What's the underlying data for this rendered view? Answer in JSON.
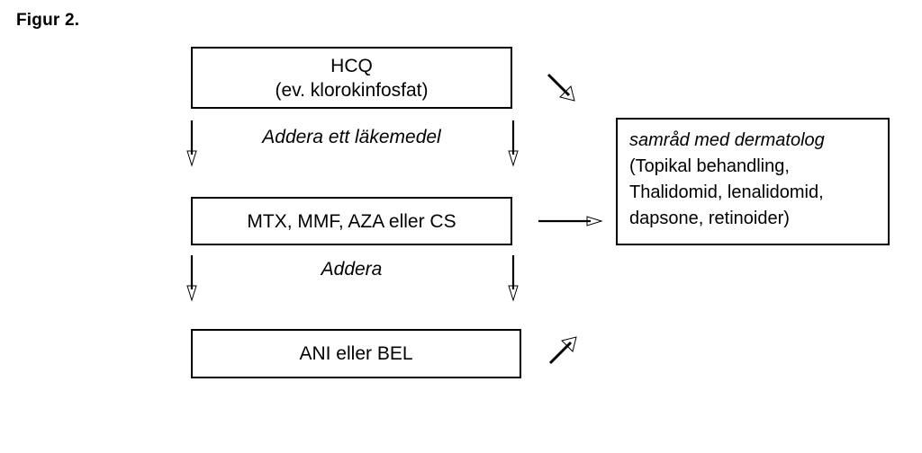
{
  "figure": {
    "title": "Figur 2."
  },
  "nodes": {
    "hcq": {
      "name": "hcq-box",
      "lines": [
        "HCQ",
        "(ev. klorokinfosfat)"
      ]
    },
    "dmards": {
      "name": "dmards-box",
      "lines": [
        "MTX, MMF, AZA eller CS"
      ]
    },
    "biologics": {
      "name": "biologics-box",
      "lines": [
        "ANI eller BEL"
      ]
    },
    "dermatology": {
      "name": "dermatology-box",
      "lines": [
        "samråd med dermatolog",
        "(Topikal behandling,",
        "Thalidomid, lenalidomid,",
        "dapsone, retinoider)"
      ]
    }
  },
  "edges": {
    "hcq_to_dmards_label": "Addera ett läkemedel",
    "dmards_to_biologics_label": "Addera"
  },
  "arrows": {
    "hcq_down_left": "arrow-down-icon",
    "hcq_down_right": "arrow-down-icon",
    "dmards_down_left": "arrow-down-icon",
    "dmards_down_right": "arrow-down-icon",
    "hcq_to_derm_diagonal": "arrow-down-right-icon",
    "dmards_to_derm_horizontal": "arrow-right-icon",
    "biologics_to_derm_diagonal": "arrow-up-right-icon"
  },
  "colors": {
    "stroke": "#000000",
    "background": "#ffffff"
  }
}
